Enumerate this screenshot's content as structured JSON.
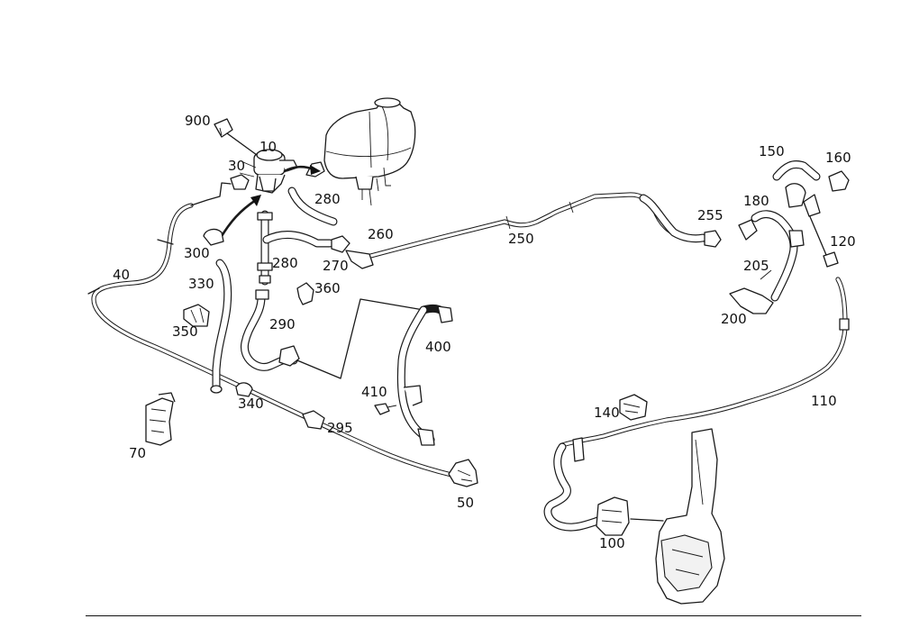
{
  "diagram": {
    "labels": {
      "p900": "900",
      "p10": "10",
      "p30": "30",
      "p280a": "280",
      "p280b": "280",
      "p300": "300",
      "p40": "40",
      "p330": "330",
      "p350": "350",
      "p290": "290",
      "p360": "360",
      "p270": "270",
      "p260": "260",
      "p250": "250",
      "p255": "255",
      "p150": "150",
      "p160": "160",
      "p180": "180",
      "p120": "120",
      "p205": "205",
      "p200": "200",
      "p400": "400",
      "p410": "410",
      "p340": "340",
      "p295": "295",
      "p70": "70",
      "p50": "50",
      "p140": "140",
      "p110": "110",
      "p100": "100"
    }
  }
}
